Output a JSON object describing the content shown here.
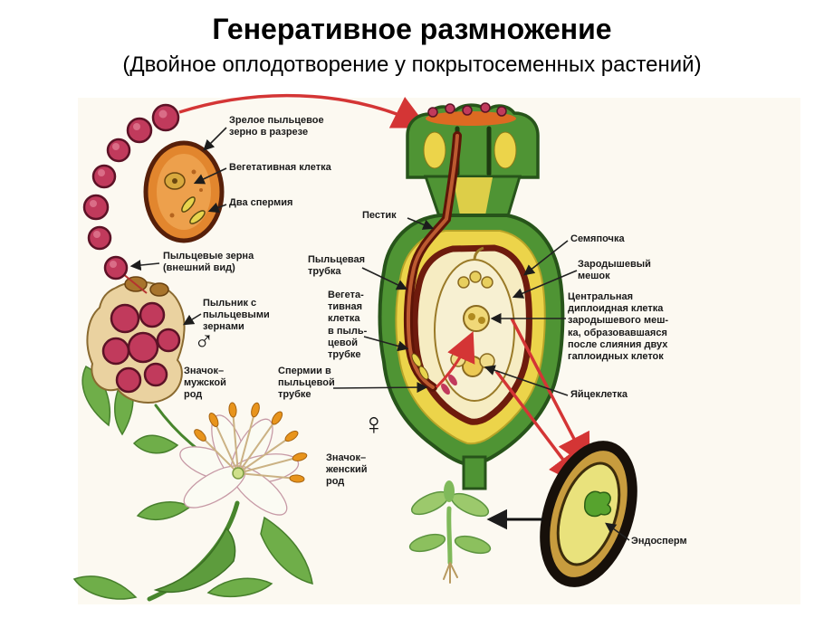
{
  "title": "Генеративное размножение",
  "subtitle": "(Двойное оплодотворение у покрытосеменных растений)",
  "symbols": {
    "male": "♂",
    "female": "♀"
  },
  "labels": {
    "mature_pollen_grain": "Зрелое пыльцевое\nзерно в разрезе",
    "vegetative_cell": "Вегетативная клетка",
    "two_sperm": "Два спермия",
    "pollen_grains_external": "Пыльцевые зерна\n(внешний вид)",
    "anther_with_pollen": "Пыльник с\nпыльцевыми\nзернами",
    "male_sign": "Значок–\nмужской\nрод",
    "pistil": "Пестик",
    "pollen_tube": "Пыльцевая\nтрубка",
    "vegetative_cell_in_tube": "Вегета-\nтивная\nклетка\nв пыль-\nцевой\nтрубке",
    "sperm_in_tube": "Спермии в\nпыльцевой\nтрубке",
    "ovule": "Семяпочка",
    "embryo_sac": "Зародышевый\nмешок",
    "central_cell": "Центральная\nдиплоидная клетка\nзародышевого меш-\nка, образовавшаяся\nпосле слияния двух\nгаплоидных клеток",
    "egg_cell": "Яйцеклетка",
    "female_sign": "Значок–\nженский\nрод",
    "endosperm": "Эндосперм"
  },
  "palette": {
    "pollen_pink": "#c13a5c",
    "pistil_green": "#4f9434",
    "ovary_yellow": "#ecd44a",
    "tube_maroon": "#5e1508",
    "pollen_section_orange": "#e2862e",
    "arrow_red": "#d43535",
    "seed_coat_dark": "#17100a",
    "endosperm_yellow": "#e9e27c"
  }
}
